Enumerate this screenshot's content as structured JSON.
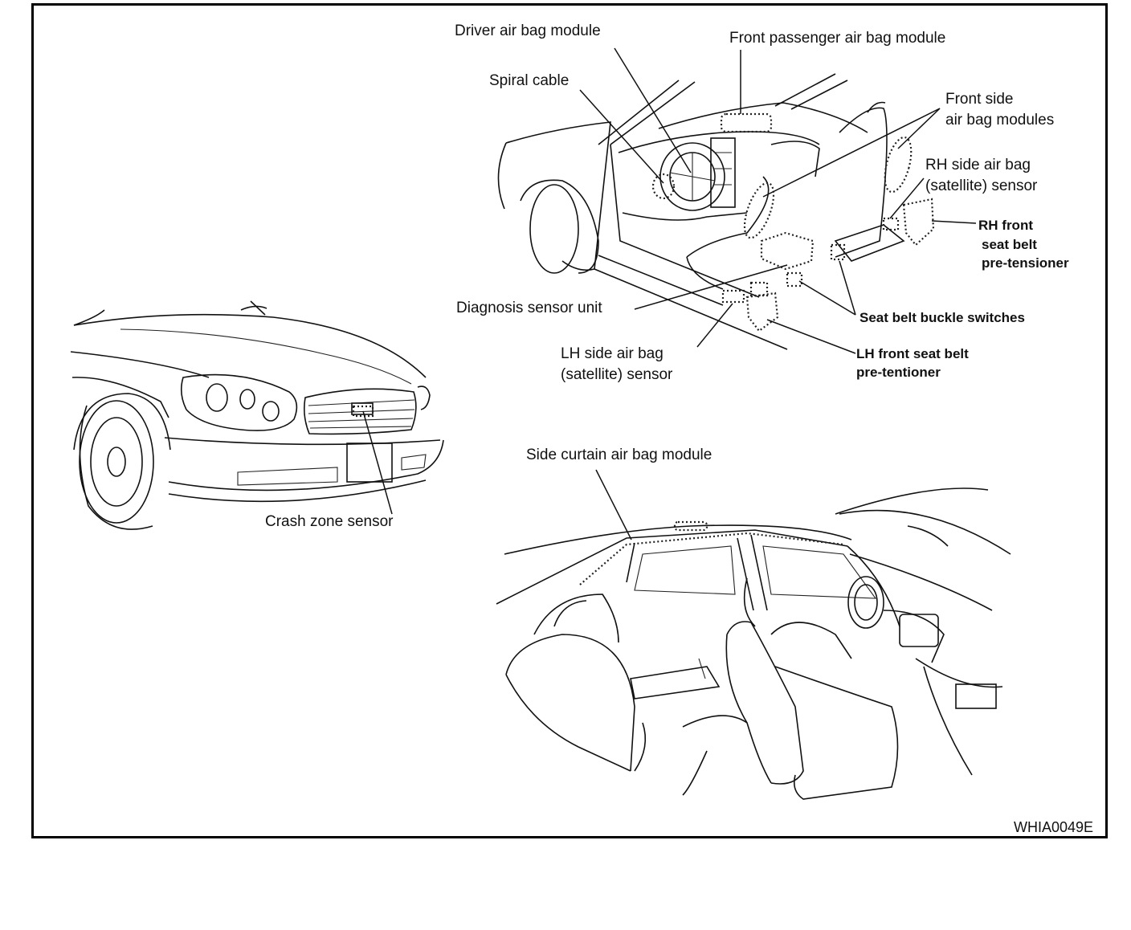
{
  "labels": {
    "driver_air_bag_module": "Driver air bag module",
    "front_passenger_air_bag_module": "Front passenger air bag module",
    "spiral_cable": "Spiral cable",
    "front_side_air_bag_modules_1": "Front side",
    "front_side_air_bag_modules_2": "air bag modules",
    "rh_side_sensor_1": "RH side air bag",
    "rh_side_sensor_2": "(satellite) sensor",
    "rh_pretensioner_1": "RH front",
    "rh_pretensioner_2": "seat belt",
    "rh_pretensioner_3": "pre-tensioner",
    "diagnosis_sensor_unit": "Diagnosis sensor unit",
    "seat_belt_buckle_switches": "Seat belt buckle switches",
    "lh_side_sensor_1": "LH side air bag",
    "lh_side_sensor_2": "(satellite) sensor",
    "lh_pretensioner_1": "LH front seat belt",
    "lh_pretensioner_2": "pre-tentioner",
    "side_curtain_air_bag_module": "Side curtain air bag module",
    "crash_zone_sensor": "Crash zone sensor"
  },
  "figure_code": "WHIA0049E"
}
